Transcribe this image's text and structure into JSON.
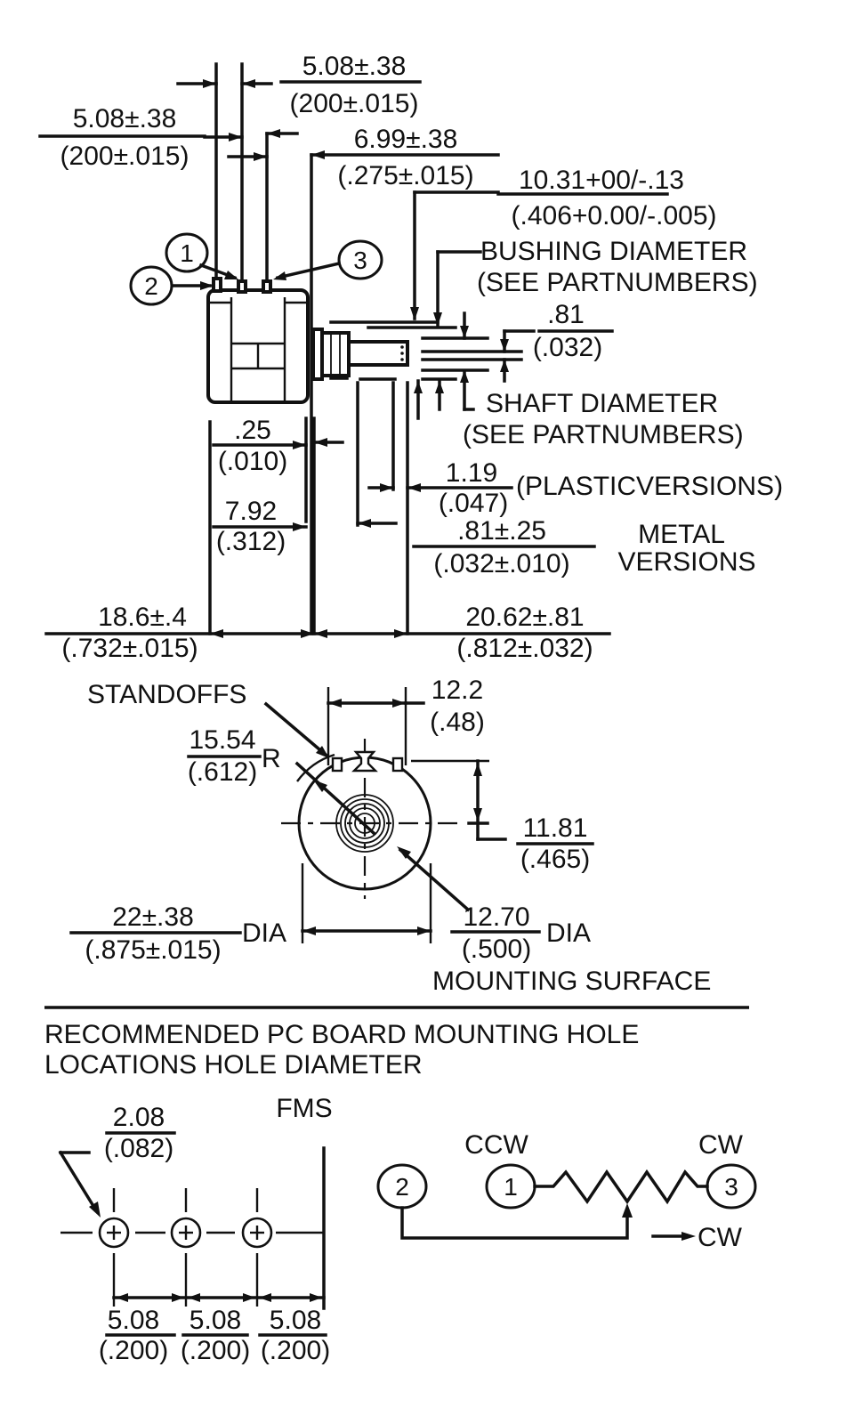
{
  "side_view": {
    "dim_pin_spacing_top": {
      "mm": "5.08±.38",
      "in": "(200±.015)"
    },
    "dim_pin_spacing_left": {
      "mm": "5.08±.38",
      "in": "(200±.015)"
    },
    "dim_pin_to_bushing": {
      "mm": "6.99±.38",
      "in": "(.275±.015)"
    },
    "dim_bushing_dia": {
      "mm": "10.31+00/-.13",
      "in": "(.406+0.00/-.005)"
    },
    "bushing_label": [
      "BUSHING DIAMETER",
      "(SEE PARTNUMBERS)"
    ],
    "dim_flat": {
      "mm": ".81",
      "in": "(.032)"
    },
    "shaft_label": [
      "SHAFT DIAMETER",
      "(SEE PARTNUMBERS)"
    ],
    "dim_gap": {
      "mm": ".25",
      "in": "(.010)"
    },
    "dim_body_depth": {
      "mm": "7.92",
      "in": "(.312)"
    },
    "dim_plastic": {
      "mm": "1.19",
      "in": "(.047)",
      "note": "(PLASTICVERSIONS)"
    },
    "dim_metal": {
      "mm": ".81±.25",
      "in": "(.032±.010)",
      "note": [
        "METAL",
        "VERSIONS"
      ]
    },
    "dim_overall_left": {
      "mm": "18.6±.4",
      "in": "(.732±.015)"
    },
    "dim_overall_right": {
      "mm": "20.62±.81",
      "in": "(.812±.032)"
    },
    "pins": [
      "1",
      "2",
      "3"
    ]
  },
  "front_view": {
    "standoffs_label": "STANDOFFS",
    "dim_standoff_spacing": {
      "mm": "12.2",
      "in": "(.48)"
    },
    "dim_radius": {
      "mm": "15.54",
      "in": "(.612)",
      "suffix": "R"
    },
    "dim_height": {
      "mm": "11.81",
      "in": "(.465)"
    },
    "dim_body_dia": {
      "mm": "22±.38",
      "in": "(.875±.015)",
      "suffix": "DIA"
    },
    "dim_mount_dia": {
      "mm": "12.70",
      "in": "(.500)",
      "suffix": "DIA"
    },
    "mounting_label": "MOUNTING SURFACE"
  },
  "pcb_section": {
    "title": [
      "RECOMMENDED PC BOARD MOUNTING HOLE",
      "LOCATIONS HOLE DIAMETER"
    ],
    "dim_hole": {
      "mm": "2.08",
      "in": "(.082)"
    },
    "fms_label": "FMS",
    "spacings": [
      {
        "mm": "5.08",
        "in": "(.200)"
      },
      {
        "mm": "5.08",
        "in": "(.200)"
      },
      {
        "mm": "5.08",
        "in": "(.200)"
      }
    ]
  },
  "schematic": {
    "ccw_label": "CCW",
    "cw_label": "CW",
    "direction_label": "CW",
    "terminals": [
      "2",
      "1",
      "3"
    ]
  }
}
